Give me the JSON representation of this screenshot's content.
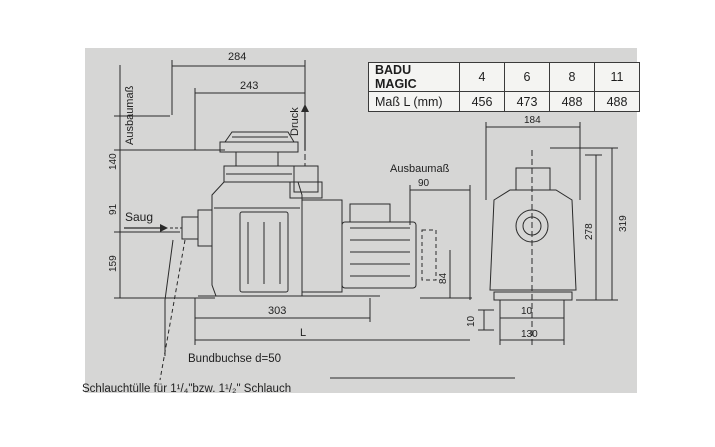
{
  "table": {
    "header_label": "BADU MAGIC",
    "header_values": [
      "4",
      "6",
      "8",
      "11"
    ],
    "row_label": "Maß L (mm)",
    "row_values": [
      "456",
      "473",
      "488",
      "488"
    ]
  },
  "side_view": {
    "dim_284": "284",
    "dim_243": "243",
    "ausbaumass_vertical": "Ausbaumaß",
    "dim_140": "140",
    "druck": "Druck",
    "dim_91": "91",
    "saug": "Saug",
    "dim_159": "159",
    "dim_303": "303",
    "dim_L": "L",
    "ausbaumass": "Ausbaumaß",
    "dim_90": "90",
    "dim_84": "84"
  },
  "end_view": {
    "dim_184": "184",
    "dim_319": "319",
    "dim_278": "278",
    "dim_10_vert": "10",
    "dim_10_horiz": "10",
    "dim_130": "130"
  },
  "callouts": {
    "bundbuchse": "Bundbuchse d=50",
    "schlauchtuelle": "Schlauchtülle für 1¹/₄\"bzw. 1¹/₂\" Schlauch"
  },
  "colors": {
    "paper": "#d8d8d8",
    "ink": "#2a2a2a",
    "table_bg": "#f4f4f2"
  }
}
